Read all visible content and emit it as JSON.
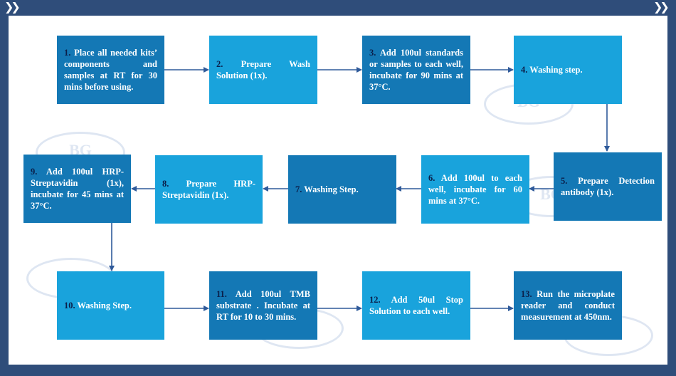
{
  "colors": {
    "frame": "#2f4d7a",
    "box_dark": "#1478b5",
    "box_light": "#19a3dc",
    "arrow": "#2f5a9a",
    "number": "#0b1f4a"
  },
  "watermark": "BG",
  "steps": [
    {
      "num": "1.",
      "text": " Place all needed kits’ components and samples at RT for 30 mins before using."
    },
    {
      "num": "2.",
      "text": " Prepare Wash Solution (1x)."
    },
    {
      "num": "3.",
      "text": " Add 100ul standards or samples to each well, incubate for 90 mins at 37°C."
    },
    {
      "num": "4.",
      "text": " Washing step."
    },
    {
      "num": "5.",
      "text": " Prepare Detection antibody (1x)."
    },
    {
      "num": "6.",
      "text": " Add 100ul to each well, incubate for 60 mins at 37°C."
    },
    {
      "num": "7.",
      "text": " Washing Step."
    },
    {
      "num": "8.",
      "text": " Prepare HRP-Streptavidin (1x)."
    },
    {
      "num": "9.",
      "text": " Add 100ul HRP-Streptavidin (1x), incubate for 45 mins at 37°C."
    },
    {
      "num": "10.",
      "text": " Washing Step."
    },
    {
      "num": "11.",
      "text": " Add 100ul TMB substrate . Incubate at RT for 10 to 30 mins."
    },
    {
      "num": "12.",
      "text": " Add 50ul Stop Solution to each well."
    },
    {
      "num": "13.",
      "text": " Run the microplate reader and conduct measurement at 450nm."
    }
  ]
}
